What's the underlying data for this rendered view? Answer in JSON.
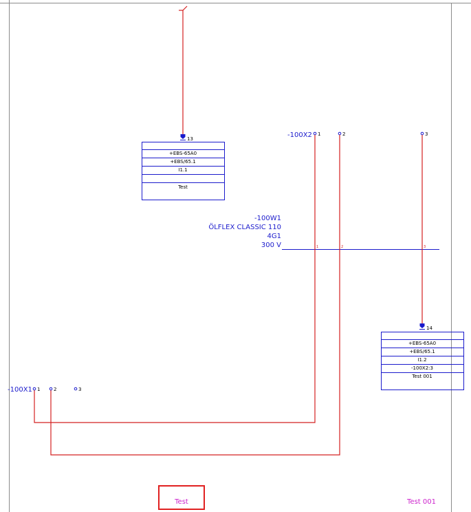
{
  "top_conductor": {
    "terminal_number": "13"
  },
  "device_box_1": {
    "rows": [
      "+EBS-65A0",
      "+EBS/65.1",
      "I1.1",
      "",
      "Test"
    ]
  },
  "strip_x2": {
    "label": "-100X2",
    "terminals": [
      "1",
      "2",
      "3"
    ]
  },
  "cable": {
    "lines": [
      "-100W1",
      "ÖLFLEX CLASSIC 110",
      "4G1",
      "300 V"
    ],
    "cores": [
      "1",
      "2",
      "3"
    ]
  },
  "device_box_2": {
    "terminal_number": "14",
    "rows": [
      "+EBS-65A0",
      "+EBS/65.1",
      "I1.2",
      "-100X2:3",
      "Test 001"
    ]
  },
  "strip_x1": {
    "label": "-100X1",
    "terminals": [
      "1",
      "2",
      "3"
    ]
  },
  "footer": {
    "left_label": "Test",
    "right_label": "Test 001"
  },
  "colors": {
    "wire": "#d42020",
    "symbol": "#1a1acc",
    "footer_text": "#cc22cc",
    "selection": "#e02020"
  }
}
